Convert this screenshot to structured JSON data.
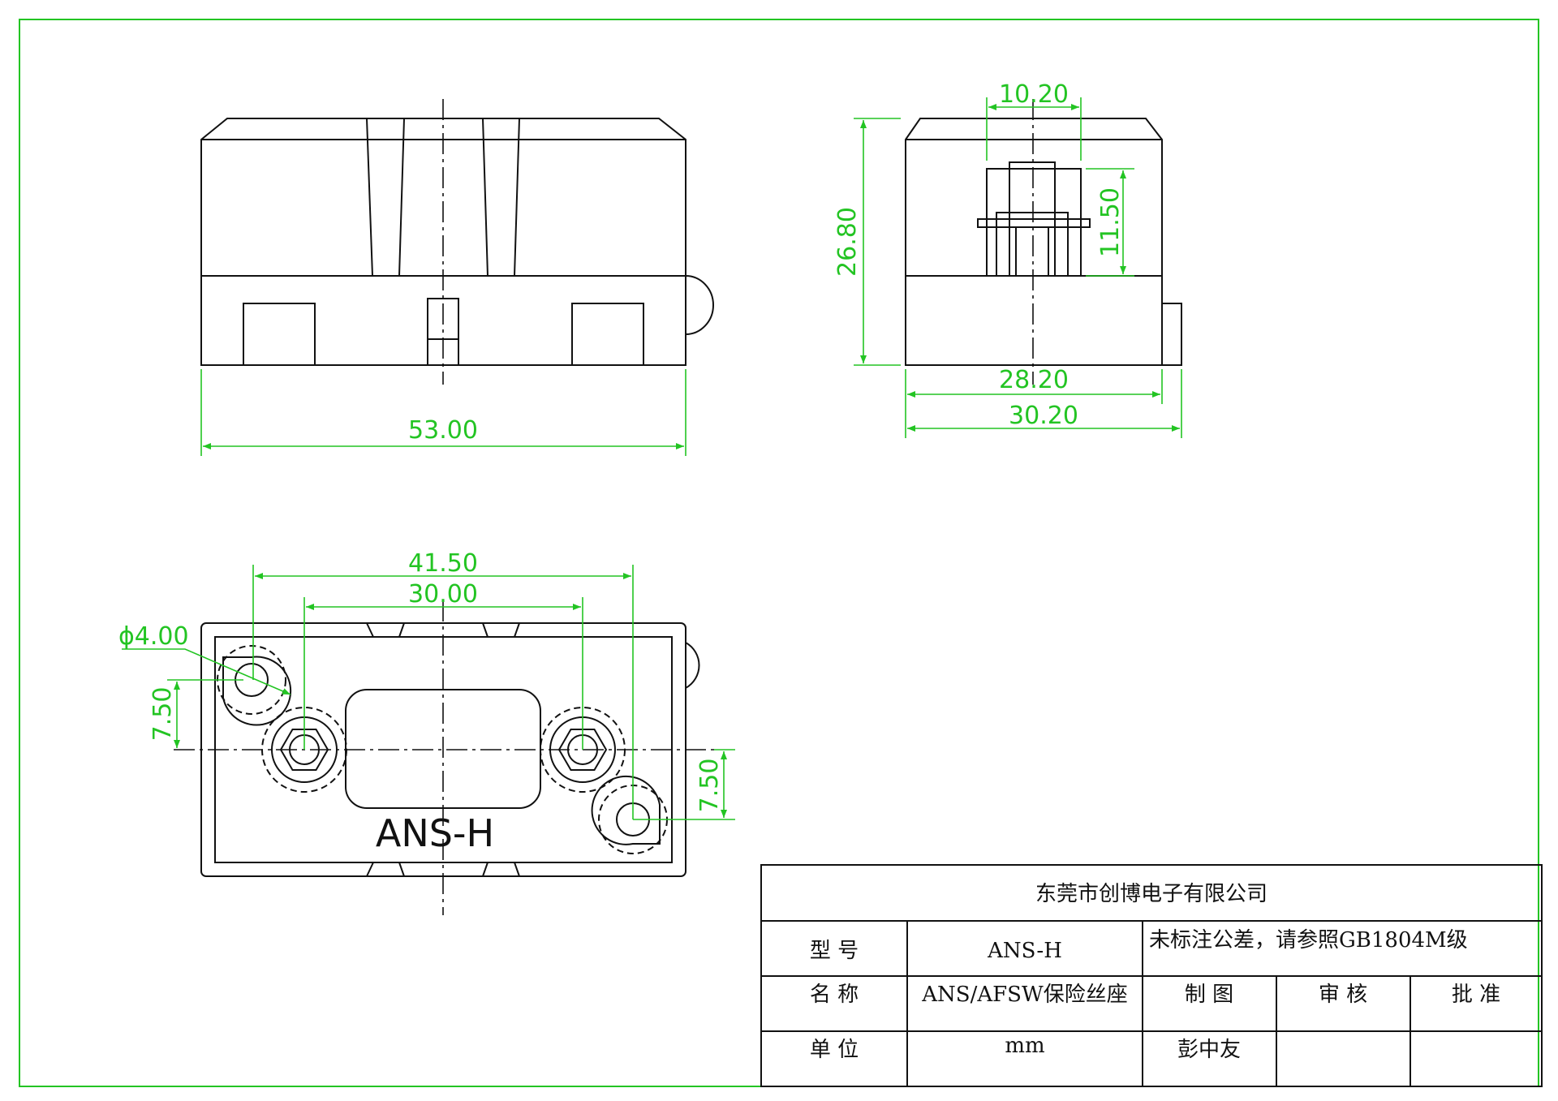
{
  "colors": {
    "border": "#23c423",
    "line": "#111111",
    "dimension": "#23c423",
    "background": "#ffffff"
  },
  "front_view": {
    "dim_width": "53.00"
  },
  "side_view": {
    "dim_top": "10.20",
    "dim_height": "26.80",
    "dim_slot": "11.50",
    "dim_inner_width": "28.20",
    "dim_outer_width": "30.20"
  },
  "top_view": {
    "dim_outer_pitch": "41.50",
    "dim_inner_pitch": "30.00",
    "dim_hole": "ϕ4.00",
    "dim_offset_left": "7.50",
    "dim_offset_right": "7.50",
    "model_label": "ANS-H"
  },
  "title_block": {
    "company": "东莞市创博电子有限公司",
    "model_label": "型 号",
    "model_value": "ANS-H",
    "tolerance_note": "未标注公差，请参照GB1804M级",
    "name_label": "名 称",
    "name_value": "ANS/AFSW保险丝座",
    "drawn_label": "制 图",
    "checked_label": "审 核",
    "approved_label": "批 准",
    "unit_label": "单 位",
    "unit_value": "mm",
    "drawn_by": "彭中友",
    "checked_by": "",
    "approved_by": ""
  }
}
